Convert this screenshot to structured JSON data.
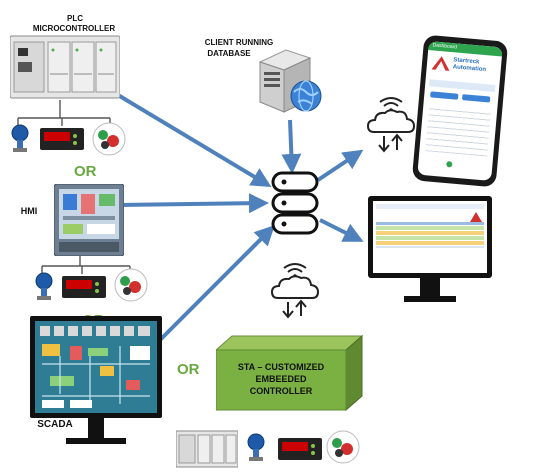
{
  "labels": {
    "plc": "PLC",
    "plc_sub": "MICROCONTROLLER",
    "client": "CLIENT RUNNING",
    "client_sub": "DATABASE",
    "hmi": "HMI",
    "scada": "SCADA",
    "sta_line1": "STA – CUSTOMIZED",
    "sta_line2": "EMBEEDED",
    "sta_line3": "CONTROLLER"
  },
  "or_labels": [
    "OR",
    "OR",
    "OR"
  ],
  "phone": {
    "header": "Dashboard",
    "brand_line1": "Startreck",
    "brand_line2": "Automation"
  },
  "colors": {
    "arrow": "#4f81bd",
    "or_green": "#6aa842",
    "sta_box": "#82b34a"
  }
}
